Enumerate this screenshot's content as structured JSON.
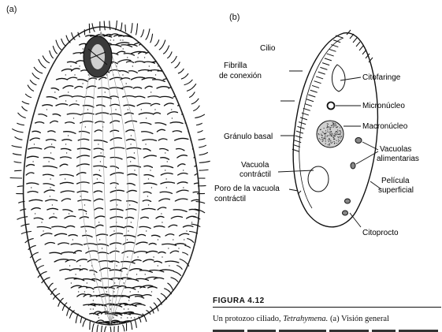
{
  "panels": {
    "a": "(a)",
    "b": "(b)"
  },
  "labels": {
    "cilio": "Cilio",
    "fibrilla": "Fibrilla",
    "de_conexion": "de conexión",
    "granulo_basal": "Gránulo basal",
    "vacuola": "Vacuola",
    "contractil": "contráctil",
    "poro": "Poro de la vacuola",
    "poro_contractil": "contráctil",
    "citofaringe": "Citofaringe",
    "micronucleo": "Micronúcleo",
    "macronucleo": "Macronúcleo",
    "vacuolas": "Vacuolas",
    "alimentarias": "alimentarias",
    "pelicula": "Película",
    "superficial": "superficial",
    "citoprocto": "Citoprocto"
  },
  "figure": {
    "title": "FIGURA 4.12",
    "caption_prefix": "Un protozoo ciliado, ",
    "caption_species": "Tetrahymena.",
    "caption_suffix": " (a) Visión general"
  }
}
